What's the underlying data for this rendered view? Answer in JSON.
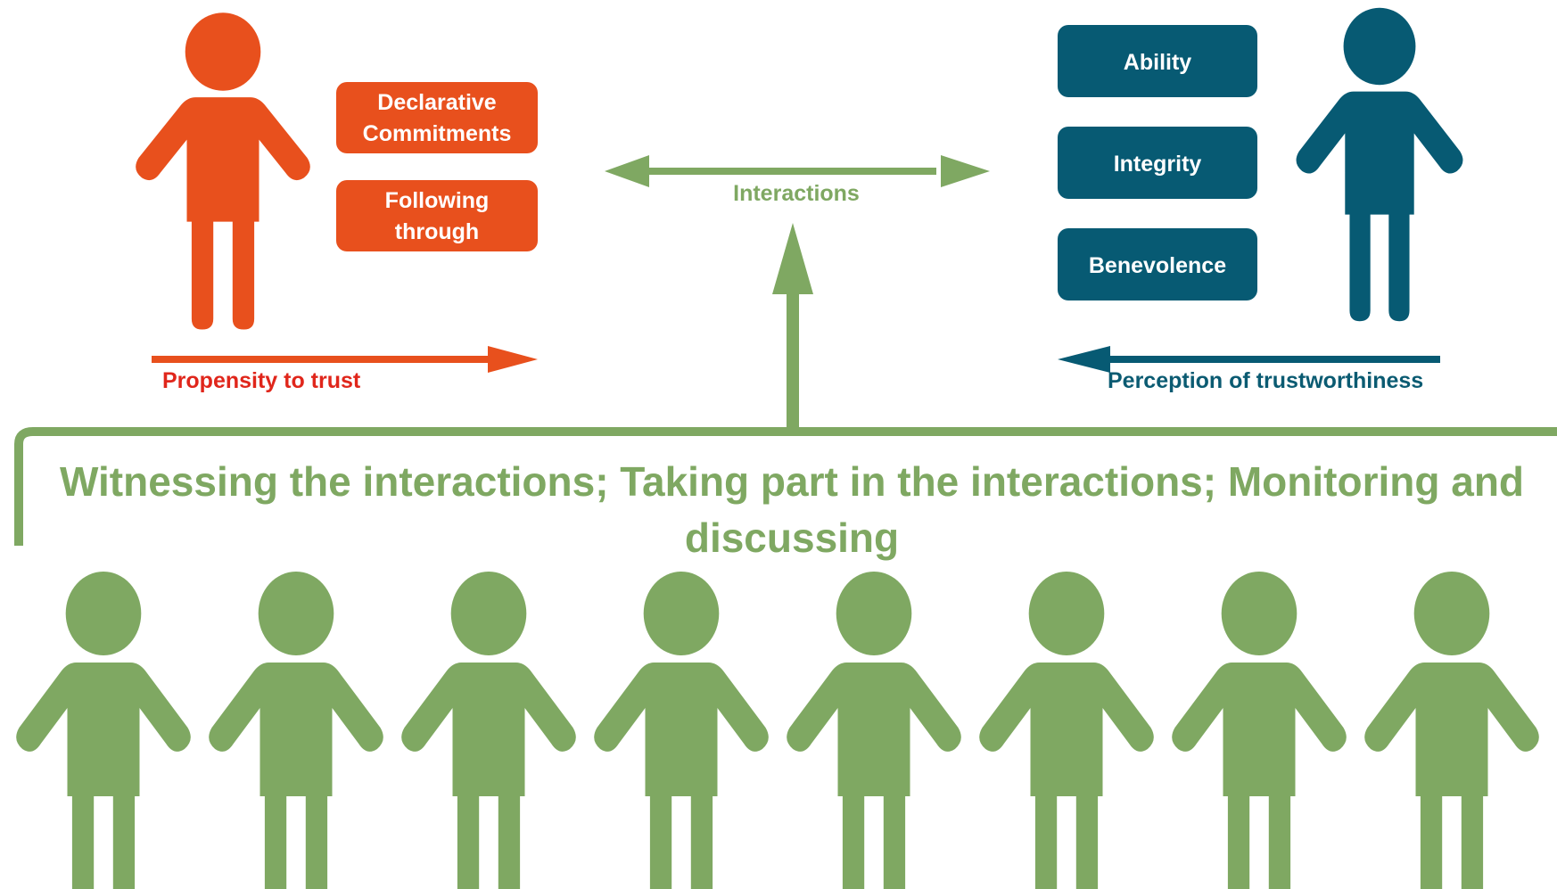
{
  "colors": {
    "trustor": "#e8501d",
    "trustee": "#075a73",
    "observers": "#7fa862",
    "propensity_label": "#e0261b",
    "perception_label": "#0b5b72"
  },
  "trustor": {
    "boxes": [
      {
        "lines": [
          "Declarative",
          "Commitments"
        ]
      },
      {
        "lines": [
          "Following",
          "through"
        ]
      }
    ],
    "arrow_label": "Propensity to trust"
  },
  "trustee": {
    "boxes": [
      {
        "lines": [
          "Ability"
        ]
      },
      {
        "lines": [
          "Integrity"
        ]
      },
      {
        "lines": [
          "Benevolence"
        ]
      }
    ],
    "arrow_label": "Perception of trustworthiness"
  },
  "interactions_label": "Interactions",
  "observers": {
    "caption_line1": "Witnessing the interactions; Taking part in the interactions; Monitoring and",
    "caption_line2": "discussing",
    "count": 8
  }
}
